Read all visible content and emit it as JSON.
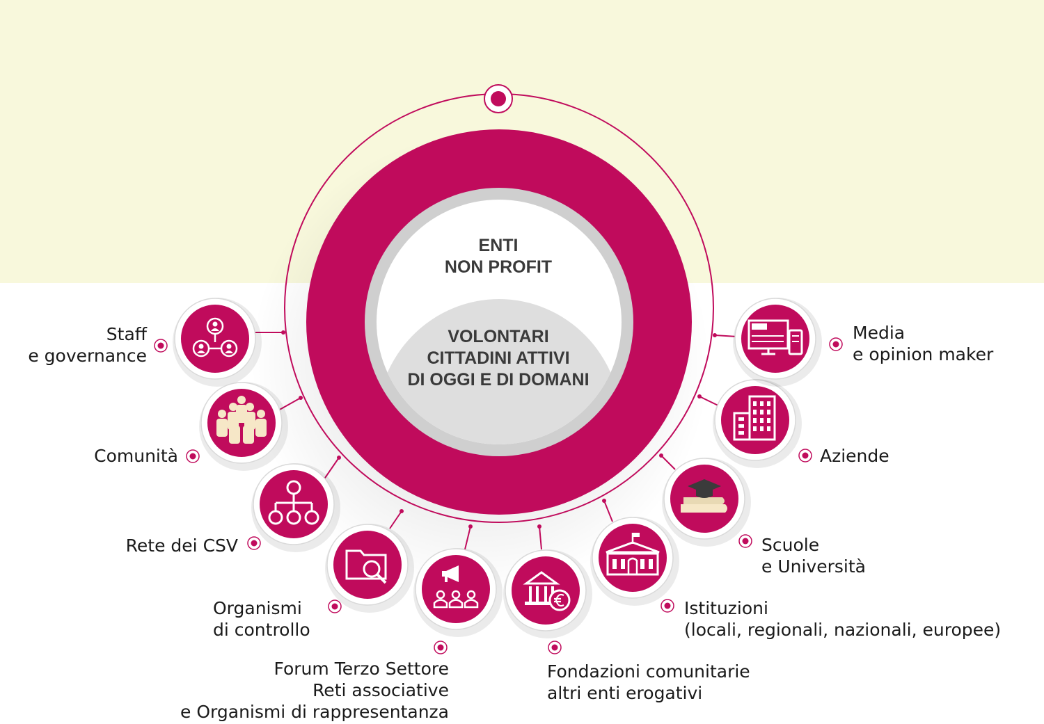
{
  "center": {
    "title": "ENTI\nNON PROFIT",
    "subtitle": "VOLONTARI\nCITTADINI ATTIVI\nDI OGGI E DI DOMANI"
  },
  "colors": {
    "primary": "#c00b5c",
    "background_top": "#f8f8dc",
    "icon_fill": "#ffffff",
    "text": "#1a1a1a"
  },
  "stakeholders": [
    {
      "label": "Staff\ne governance",
      "icon": "people-network-icon"
    },
    {
      "label": "Comunità",
      "icon": "community-group-icon"
    },
    {
      "label": "Rete dei CSV",
      "icon": "org-chart-icon"
    },
    {
      "label": "Organismi\ndi controllo",
      "icon": "folder-search-icon"
    },
    {
      "label": "Forum Terzo Settore\nReti associative\ne Organismi di rappresentanza",
      "icon": "megaphone-audience-icon"
    },
    {
      "label": "Fondazioni comunitarie\naltri enti erogativi",
      "icon": "bank-euro-icon"
    },
    {
      "label": "Istituzioni\n(locali, regionali, nazionali, europee)",
      "icon": "government-building-icon"
    },
    {
      "label": "Scuole\ne Università",
      "icon": "graduation-books-icon"
    },
    {
      "label": "Aziende",
      "icon": "office-building-icon"
    },
    {
      "label": "Media\ne opinion maker",
      "icon": "news-devices-icon"
    }
  ]
}
